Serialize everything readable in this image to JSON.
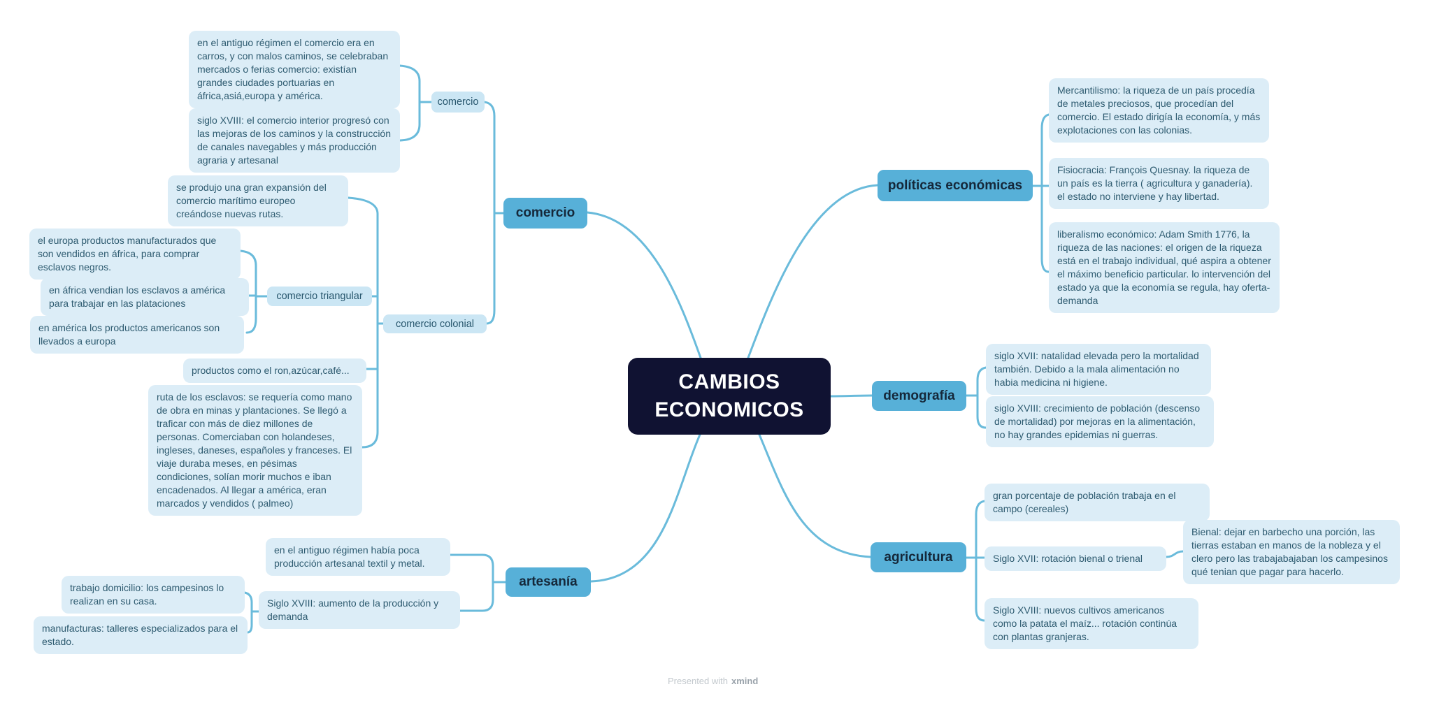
{
  "central": {
    "title": "CAMBIOS ECONOMICOS"
  },
  "comercio": {
    "label": "comercio",
    "interior": {
      "label": "comercio",
      "antiguo": "en el antiguo régimen el comercio era en carros, y con malos caminos, se celebraban mercados o ferias comercio: existían grandes ciudades portuarias en áfrica,asiá,europa y américa.",
      "siglo18": "siglo XVIII: el comercio interior progresó con las mejoras de los caminos y la construcción de canales navegables y más producción agraria y artesanal"
    },
    "colonial": {
      "label": "comercio colonial",
      "expansion": "se produjo una gran expansión del comercio marítimo europeo creándose nuevas rutas.",
      "triangular": {
        "label": "comercio triangular",
        "europa": "el europa productos manufacturados que son vendidos en áfrica, para comprar esclavos negros.",
        "africa": "en áfrica vendian los esclavos a américa para trabajar en las plataciones",
        "america": "en américa los productos americanos son llevados a europa"
      },
      "productos": "productos como el ron,azúcar,café...",
      "ruta": "ruta de los esclavos: se requería como mano de obra en minas y plantaciones. Se llegó a traficar con más de diez millones de personas. Comerciaban con holandeses, ingleses, daneses, españoles y franceses. El viaje duraba meses, en pésimas condiciones, solían morir muchos e iban encadenados. Al llegar a américa, eran marcados y vendidos ( palmeo)"
    }
  },
  "politicas": {
    "label": "políticas económicas",
    "mercantilismo": "Mercantilismo: la riqueza de un país procedía de metales preciosos, que procedían del comercio. El estado dirigía la economía, y más explotaciones con las colonias.",
    "fisiocracia": "Fisiocracia: François Quesnay. la riqueza de un país es la tierra ( agricultura y ganadería). el estado no interviene y hay libertad.",
    "liberalismo": "liberalismo económico: Adam Smith 1776, la riqueza de las naciones: el origen de la riqueza está en el trabajo individual, qué aspira a obtener el máximo beneficio particular. lo intervención del estado ya que la economía se regula, hay oferta-demanda"
  },
  "demografia": {
    "label": "demografía",
    "siglo17": "siglo XVII: natalidad elevada pero la mortalidad también. Debido a la mala alimentación no habia medicina ni higiene.",
    "siglo18": "siglo XVIII: crecimiento de población (descenso de mortalidad) por mejoras en la alimentación, no hay grandes epidemias ni guerras."
  },
  "agricultura": {
    "label": "agricultura",
    "poblacion": "gran porcentaje de población trabaja en el campo (cereales)",
    "rotacion": "Siglo XVII: rotación bienal o trienal",
    "bienal": "Bienal: dejar en barbecho una porción, las tierras estaban en manos de la nobleza y el clero pero las trabajabajaban los campesinos qué tenian que pagar para hacerlo.",
    "cultivos": "Siglo XVIII: nuevos cultivos americanos como la patata el maíz... rotación continúa con plantas granjeras."
  },
  "artesania": {
    "label": "artesanía",
    "antiguo": "en el antiguo régimen había poca producción artesanal textil y metal.",
    "aumento": "Siglo XVIII: aumento de la producción y demanda",
    "domicilio": "trabajo domicilio: los campesinos lo realizan en su casa.",
    "manufacturas": "manufacturas: talleres especializados para el estado."
  },
  "footer": {
    "prefix": "Presented with",
    "brand": "xmind"
  },
  "colors": {
    "central_bg": "#101232",
    "main_topic": "#57b0d8",
    "subtopic": "#cbe6f4",
    "leaf": "#dcedf7",
    "connector": "#6abbdb"
  }
}
